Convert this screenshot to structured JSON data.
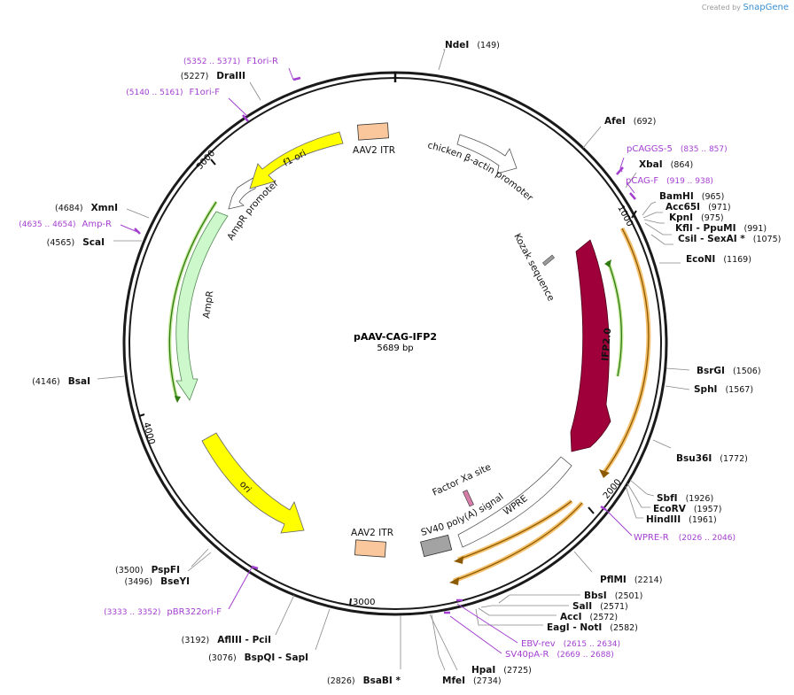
{
  "credit": {
    "prefix": "Created by",
    "brand": "SnapGene"
  },
  "plasmid": {
    "name": "pAAV-CAG-IFP2",
    "length": "5689 bp"
  },
  "ticks": [
    {
      "label": "1000"
    },
    {
      "label": "2000"
    },
    {
      "label": "3000"
    },
    {
      "label": "4000"
    },
    {
      "label": "5000"
    }
  ],
  "sites": [
    {
      "name": "NdeI",
      "pos": "(149)"
    },
    {
      "name": "AfeI",
      "pos": "(692)"
    },
    {
      "name": "XbaI",
      "pos": "(864)"
    },
    {
      "name": "BamHI",
      "pos": "(965)"
    },
    {
      "name": "Acc65I",
      "pos": "(971)"
    },
    {
      "name": "KpnI",
      "pos": "(975)"
    },
    {
      "name": "KflI  - PpuMI",
      "pos": "(991)"
    },
    {
      "name": "CsiI  - SexAI *",
      "pos": "(1075)"
    },
    {
      "name": "EcoNI",
      "pos": "(1169)"
    },
    {
      "name": "BsrGI",
      "pos": "(1506)"
    },
    {
      "name": "SphI",
      "pos": "(1567)"
    },
    {
      "name": "Bsu36I",
      "pos": "(1772)"
    },
    {
      "name": "SbfI",
      "pos": "(1926)"
    },
    {
      "name": "EcoRV",
      "pos": "(1957)"
    },
    {
      "name": "HindIII",
      "pos": "(1961)"
    },
    {
      "name": "PflMI",
      "pos": "(2214)"
    },
    {
      "name": "BbsI",
      "pos": "(2501)"
    },
    {
      "name": "SalI",
      "pos": "(2571)"
    },
    {
      "name": "AccI",
      "pos": "(2572)"
    },
    {
      "name": "EagI  - NotI",
      "pos": "(2582)"
    },
    {
      "name": "HpaI",
      "pos": "(2725)"
    },
    {
      "name": "MfeI",
      "pos": "(2734)"
    },
    {
      "name": "BsaBI *",
      "pos": "(2826)"
    },
    {
      "name": "BspQI  - SapI",
      "pos": "(3076)"
    },
    {
      "name": "AflIII  - PciI",
      "pos": "(3192)"
    },
    {
      "name": "BseYI",
      "pos": "(3496)"
    },
    {
      "name": "PspFI",
      "pos": "(3500)"
    },
    {
      "name": "BsaI",
      "pos": "(4146)"
    },
    {
      "name": "ScaI",
      "pos": "(4565)"
    },
    {
      "name": "XmnI",
      "pos": "(4684)"
    },
    {
      "name": "DraIII",
      "pos": "(5227)"
    }
  ],
  "primers": [
    {
      "name": "F1ori-R",
      "range": "(5352 .. 5371)"
    },
    {
      "name": "F1ori-F",
      "range": "(5140 .. 5161)"
    },
    {
      "name": "pCAGGS-5",
      "range": "(835 .. 857)"
    },
    {
      "name": "pCAG-F",
      "range": "(919 .. 938)"
    },
    {
      "name": "Amp-R",
      "range": "(4635 .. 4654)"
    },
    {
      "name": "WPRE-R",
      "range": "(2026 .. 2046)"
    },
    {
      "name": "EBV-rev",
      "range": "(2615 .. 2634)"
    },
    {
      "name": "SV40pA-R",
      "range": "(2669 .. 2688)"
    },
    {
      "name": "pBR322ori-F",
      "range": "(3333 .. 3352)"
    }
  ],
  "features": [
    {
      "name": "AAV2 ITR",
      "color": "#f9c79b"
    },
    {
      "name": "chicken β-actin promoter",
      "color": "#ffffff"
    },
    {
      "name": "Kozak sequence",
      "color": "#999999"
    },
    {
      "name": "IFP2.0",
      "color": "#a0003a"
    },
    {
      "name": "Factor Xa site",
      "color": "#d47da6"
    },
    {
      "name": "WPRE",
      "color": "#ffffff"
    },
    {
      "name": "SV40 poly(A) signal",
      "color": "#a3a3a3"
    },
    {
      "name": "AAV2 ITR",
      "color": "#f9c79b"
    },
    {
      "name": "ori",
      "color": "#ffff00"
    },
    {
      "name": "AmpR",
      "color": "#ccf8cc"
    },
    {
      "name": "AmpR promoter",
      "color": "#ffffff"
    },
    {
      "name": "f1 ori",
      "color": "#ffff00"
    }
  ]
}
